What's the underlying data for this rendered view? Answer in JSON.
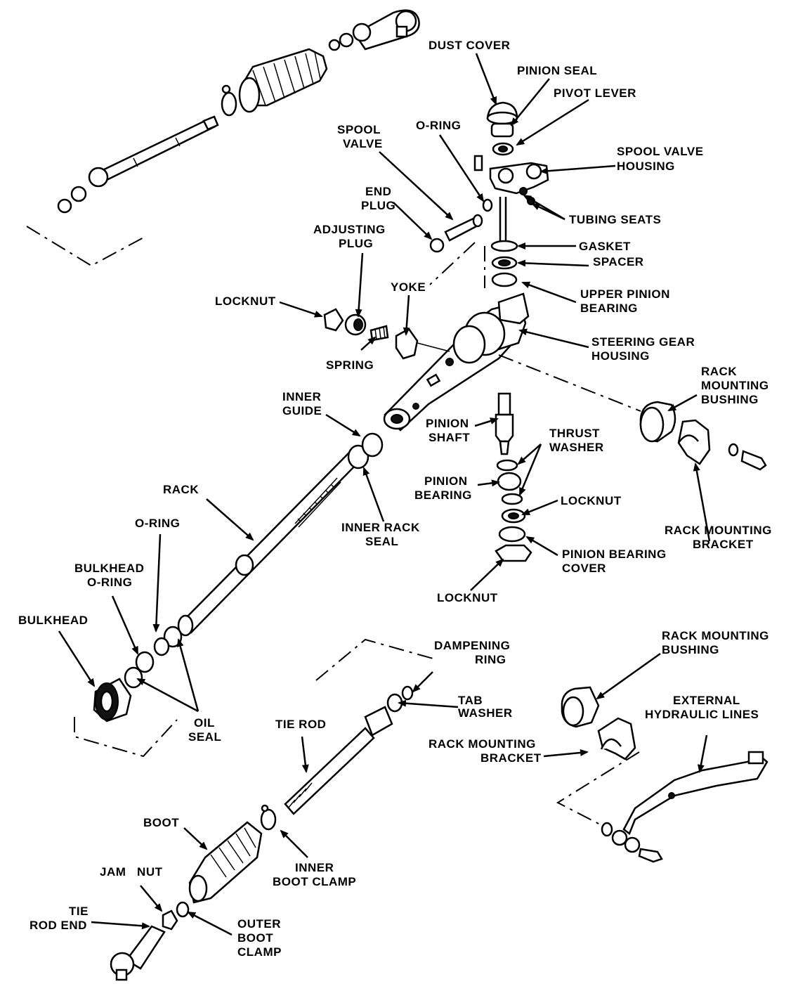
{
  "labels": {
    "dust_cover": "DUST COVER",
    "pinion_seal": "PINION SEAL",
    "pivot_lever": "PIVOT LEVER",
    "spool_valve_1": "SPOOL",
    "spool_valve_2": "VALVE",
    "o_ring_top": "O-RING",
    "spool_valve_housing_1": "SPOOL VALVE",
    "spool_valve_housing_2": "HOUSING",
    "end_plug_1": "END",
    "end_plug_2": "PLUG",
    "tubing_seats": "TUBING SEATS",
    "adjusting_plug_1": "ADJUSTING",
    "adjusting_plug_2": "PLUG",
    "gasket": "GASKET",
    "spacer": "SPACER",
    "yoke": "YOKE",
    "locknut_left": "LOCKNUT",
    "upper_pinion_bearing_1": "UPPER PINION",
    "upper_pinion_bearing_2": "BEARING",
    "spring": "SPRING",
    "steering_gear_housing_1": "STEERING GEAR",
    "steering_gear_housing_2": "HOUSING",
    "rack_mounting_bushing_top_1": "RACK",
    "rack_mounting_bushing_top_2": "MOUNTING",
    "rack_mounting_bushing_top_3": "BUSHING",
    "inner_guide_1": "INNER",
    "inner_guide_2": "GUIDE",
    "pinion_shaft_1": "PINION",
    "pinion_shaft_2": "SHAFT",
    "thrust_washer_1": "THRUST",
    "thrust_washer_2": "WASHER",
    "rack": "RACK",
    "pinion_bearing_1": "PINION",
    "pinion_bearing_2": "BEARING",
    "locknut_right": "LOCKNUT",
    "o_ring_mid": "O-RING",
    "inner_rack_seal_1": "INNER RACK",
    "inner_rack_seal_2": "SEAL",
    "rack_mounting_bracket_top_1": "RACK MOUNTING",
    "rack_mounting_bracket_top_2": "BRACKET",
    "pinion_bearing_cover_1": "PINION BEARING",
    "pinion_bearing_cover_2": "COVER",
    "bulkhead_o_ring_1": "BULKHEAD",
    "bulkhead_o_ring_2": "O-RING",
    "locknut_bottom": "LOCKNUT",
    "bulkhead": "BULKHEAD",
    "rack_mounting_bushing_bottom_1": "RACK MOUNTING",
    "rack_mounting_bushing_bottom_2": "BUSHING",
    "dampening_ring_1": "DAMPENING",
    "dampening_ring_2": "RING",
    "external_hydraulic_lines_1": "EXTERNAL",
    "external_hydraulic_lines_2": "HYDRAULIC LINES",
    "tab_washer_1": "TAB",
    "tab_washer_2": "WASHER",
    "tie_rod": "TIE ROD",
    "oil_seal_1": "OIL",
    "oil_seal_2": "SEAL",
    "rack_mounting_bracket_bottom_1": "RACK MOUNTING",
    "rack_mounting_bracket_bottom_2": "BRACKET",
    "boot": "BOOT",
    "inner_boot_clamp_1": "INNER",
    "inner_boot_clamp_2": "BOOT CLAMP",
    "jam_nut": "JAM   NUT",
    "tie_rod_end_1": "TIE",
    "tie_rod_end_2": "ROD END",
    "outer_boot_clamp_1": "OUTER",
    "outer_boot_clamp_2": "BOOT",
    "outer_boot_clamp_3": "CLAMP"
  }
}
